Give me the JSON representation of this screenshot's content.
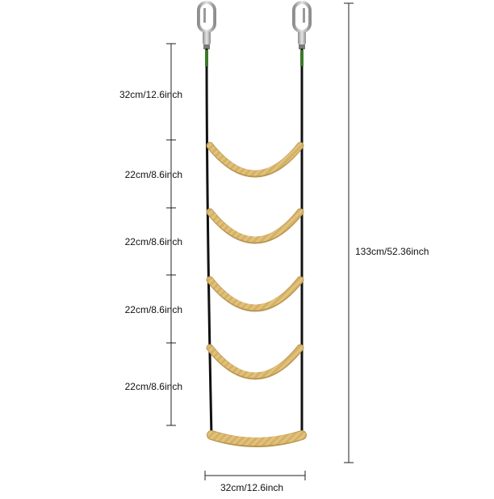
{
  "dimensions": {
    "top_segment": "32cm/12.6inch",
    "rung_gaps": [
      "22cm/8.6inch",
      "22cm/8.6inch",
      "22cm/8.6inch",
      "22cm/8.6inch"
    ],
    "total_height": "133cm/52.36inch",
    "width": "32cm/12.6inch"
  },
  "colors": {
    "background": "#ffffff",
    "strap": "#111111",
    "rope": "#e2c27a",
    "rope_shadow": "#b89650",
    "metal": "#b8b8b8",
    "dimension_line": "#222222",
    "text": "#111111"
  },
  "rung_count": 5,
  "hook_count": 2
}
